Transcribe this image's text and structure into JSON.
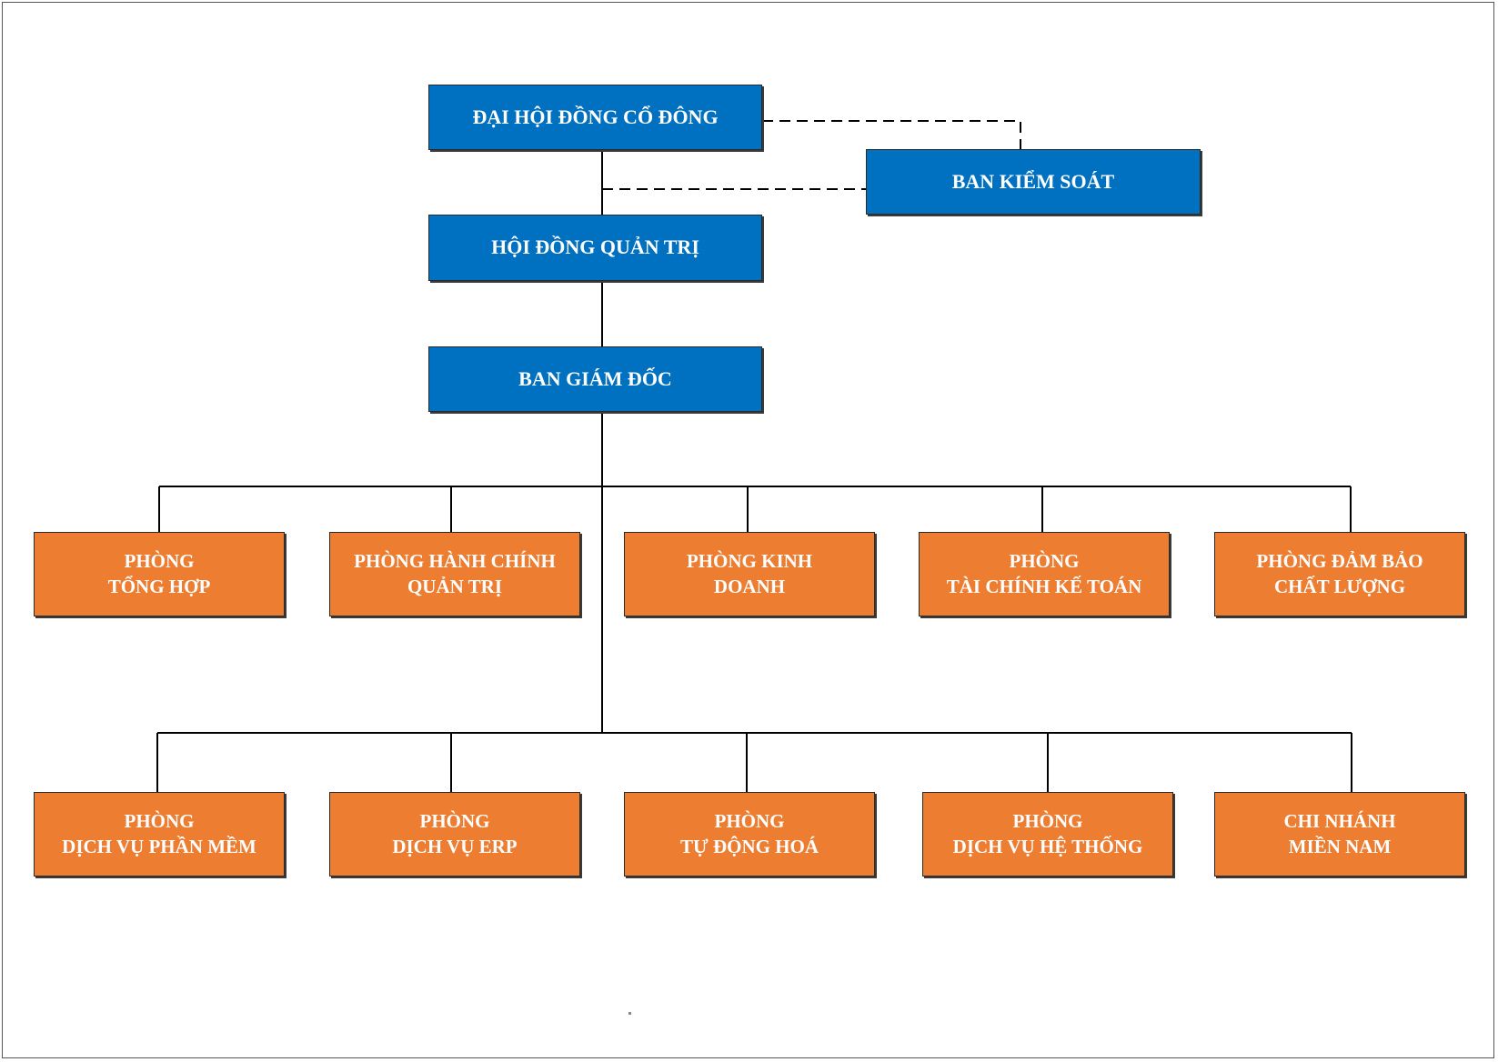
{
  "colors": {
    "board": "#0070c0",
    "department": "#ed7d31",
    "line": "#000000"
  },
  "top": {
    "shareholders": "ĐẠI HỘI ĐỒNG CỔ ĐÔNG",
    "supervisory": "BAN KIỂM SOÁT",
    "board": "HỘI ĐỒNG QUẢN TRỊ",
    "directors": "BAN GIÁM ĐỐC"
  },
  "row1": [
    {
      "line1": "PHÒNG",
      "line2": "TỔNG HỢP"
    },
    {
      "line1": "PHÒNG HÀNH CHÍNH",
      "line2": "QUẢN TRỊ"
    },
    {
      "line1": "PHÒNG KINH",
      "line2": "DOANH"
    },
    {
      "line1": "PHÒNG",
      "line2": "TÀI CHÍNH KẾ TOÁN"
    },
    {
      "line1": "PHÒNG ĐẢM BẢO",
      "line2": "CHẤT LƯỢNG"
    }
  ],
  "row2": [
    {
      "line1": "PHÒNG",
      "line2": "DỊCH VỤ PHẦN MỀM"
    },
    {
      "line1": "PHÒNG",
      "line2": "DỊCH VỤ ERP"
    },
    {
      "line1": "PHÒNG",
      "line2": "TỰ ĐỘNG HOÁ"
    },
    {
      "line1": "PHÒNG",
      "line2": "DỊCH VỤ HỆ THỐNG"
    },
    {
      "line1": "CHI NHÁNH",
      "line2": "MIỀN NAM"
    }
  ]
}
